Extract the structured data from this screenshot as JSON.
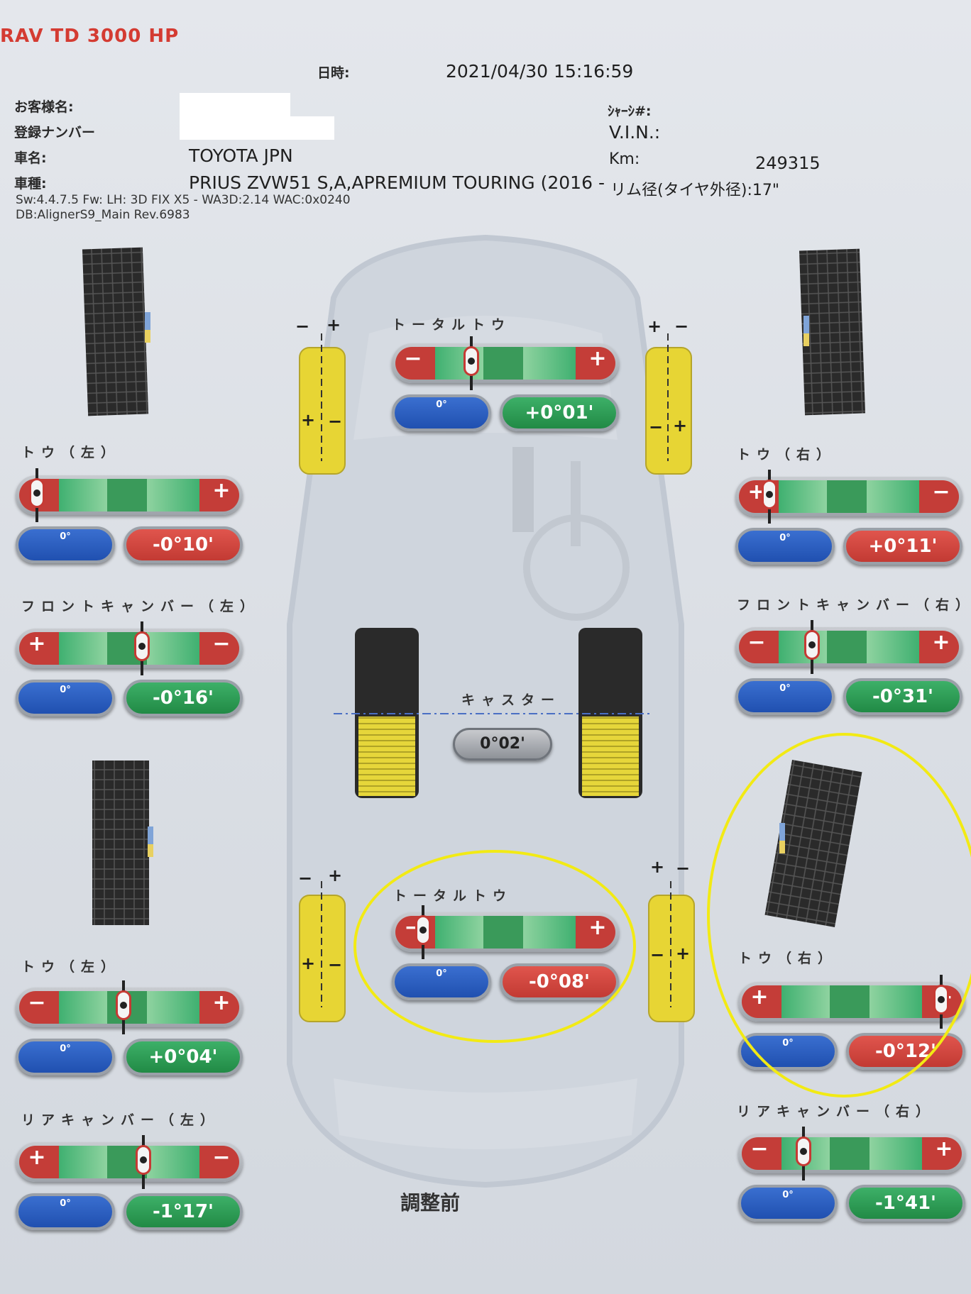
{
  "header": {
    "brand": "RAV TD 3000 HP",
    "datetime_label": "日時:",
    "datetime_value": "2021/04/30  15:16:59",
    "customer_label": "お客様名:",
    "plate_label": "登録ナンバー",
    "maker_label": "車名:",
    "maker_value": "TOYOTA JPN",
    "model_label": "車種:",
    "model_value": "PRIUS ZVW51 S,A,APREMIUM TOURING (2016 -",
    "tire_size": "リム径(タイヤ外径):17\"",
    "chassis_label": "ｼｬｰｼ#:",
    "vin_label": "V.I.N.:",
    "km_label": "Km:",
    "km_value": "249315",
    "sw_line": "Sw:4.4.7.5      Fw: LH: 3D FIX X5 - WA3D:2.14 WAC:0x0240",
    "db_line": "DB:AlignerS9_Main Rev.6983"
  },
  "front": {
    "total_toe": {
      "title": "トータルトウ",
      "zero": "0°",
      "reading": "+0°01'",
      "status": "green"
    },
    "toe_left": {
      "title": "トウ（左）",
      "zero": "0°",
      "reading": "-0°10'",
      "status": "red"
    },
    "toe_right": {
      "title": "トウ（右）",
      "zero": "0°",
      "reading": "+0°11'",
      "status": "red"
    },
    "camber_left": {
      "title": "フロントキャンバー（左）",
      "zero": "0°",
      "reading": "-0°16'",
      "status": "green"
    },
    "camber_right": {
      "title": "フロントキャンバー（右）",
      "zero": "0°",
      "reading": "-0°31'",
      "status": "green"
    }
  },
  "caster": {
    "title": "キャスター",
    "reading": "0°02'"
  },
  "rear": {
    "total_toe": {
      "title": "トータルトウ",
      "zero": "0°",
      "reading": "-0°08'",
      "status": "red"
    },
    "toe_left": {
      "title": "トウ（左）",
      "zero": "0°",
      "reading": "+0°04'",
      "status": "green"
    },
    "toe_right": {
      "title": "トウ（右）",
      "zero": "0°",
      "reading": "-0°12'",
      "status": "red"
    },
    "camber_left": {
      "title": "リアキャンバー（左）",
      "zero": "0°",
      "reading": "-1°17'",
      "status": "green"
    },
    "camber_right": {
      "title": "リアキャンバー（右）",
      "zero": "0°",
      "reading": "-1°41'",
      "status": "green"
    }
  },
  "footer": {
    "stage": "調整前"
  },
  "signs": {
    "plus": "+",
    "minus": "−"
  },
  "colors": {
    "red": "#c43d38",
    "green": "#2e9a55",
    "blue": "#2a5cc0",
    "highlight": "#f2ea14"
  }
}
